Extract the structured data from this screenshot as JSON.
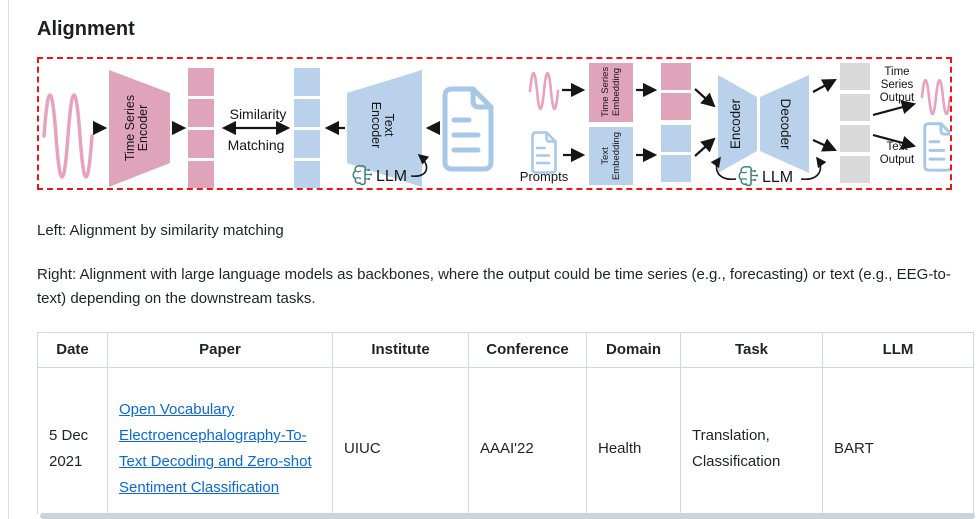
{
  "section": {
    "title": "Alignment"
  },
  "colors": {
    "figure_border_red": "#ee1414",
    "pink_block": "#dfa4b9",
    "blue_block": "#b9d1ea",
    "gray_block": "#d9d9d9",
    "wave_pink": "#e8a2bc",
    "doc_icon_blue": "#a6c7ea",
    "llm_icon_teal": "#3d807c",
    "link_blue": "#0969da",
    "table_border": "#d0d7de",
    "scrollbar": "#ccd3da"
  },
  "diagram": {
    "left": {
      "ts_encoder": [
        "Time Series",
        "Encoder"
      ],
      "similarity": "Similarity",
      "matching": "Matching",
      "text_encoder": [
        "Text",
        "Encoder"
      ],
      "llm": "LLM"
    },
    "right": {
      "prompts": "Prompts",
      "ts_embedding": [
        "Time Series",
        "Embedding"
      ],
      "text_embedding": [
        "Text",
        "Embedding"
      ],
      "encoder": "Encoder",
      "decoder": "Decoder",
      "llm": "LLM",
      "ts_output": [
        "Time",
        "Series",
        "Output"
      ],
      "text_output": [
        "Text",
        "Output"
      ]
    }
  },
  "captions": {
    "left": "Left: Alignment by similarity matching",
    "right": "Right: Alignment with large language models as backbones, where the output could be time series (e.g., forecasting) or text (e.g., EEG-to-text) depending on the downstream tasks."
  },
  "table": {
    "headers": [
      "Date",
      "Paper",
      "Institute",
      "Conference",
      "Domain",
      "Task",
      "LLM"
    ],
    "rows": [
      {
        "date": "5 Dec 2021",
        "paper": "Open Vocabulary Electroencephalography-To-Text Decoding and Zero-shot Sentiment Classification",
        "institute": "UIUC",
        "conference": "AAAI'22",
        "domain": "Health",
        "task": "Translation, Classification",
        "llm": "BART"
      }
    ]
  }
}
